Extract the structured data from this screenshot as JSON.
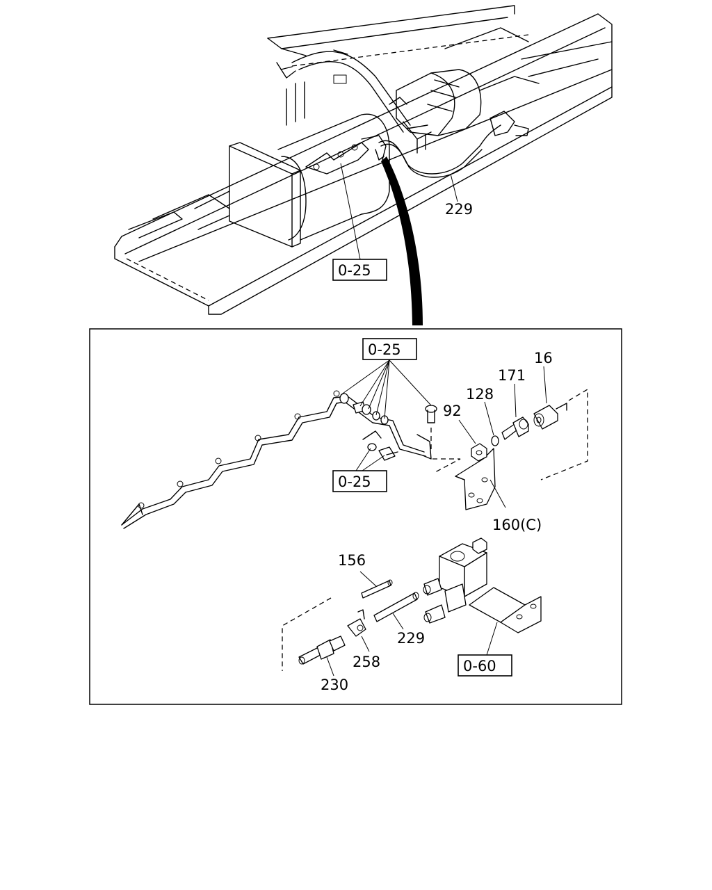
{
  "diagram": {
    "overview_labels": {
      "pipe": "229",
      "ref_group": "0-25"
    },
    "detail_labels": {
      "ref_top": "0-25",
      "ref_bolt": "0-25",
      "nut": "92",
      "washer": "128",
      "connector": "171",
      "fitting": "16",
      "bracket": "160(C)",
      "pin": "156",
      "tube": "229",
      "clip": "258",
      "union": "230",
      "valve_ref": "0-60"
    }
  }
}
